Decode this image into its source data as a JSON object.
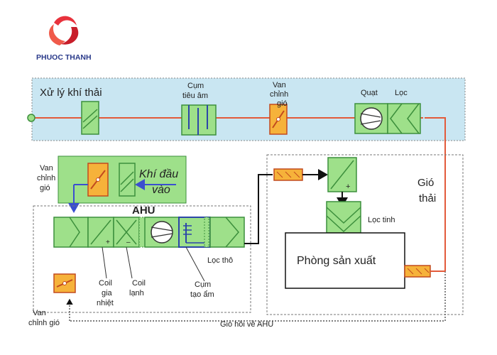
{
  "brand": {
    "name": "PHUOC THANH"
  },
  "exhaust": {
    "title": "Xử lý khí thải",
    "muffler_label": [
      "Cụm",
      "tiêu âm"
    ],
    "damper_label": [
      "Van",
      "chỉnh",
      "gió"
    ],
    "fan_label": "Quạt",
    "filter_label": "Lọc"
  },
  "fresh_air": {
    "damper_label": [
      "Van",
      "chỉnh",
      "gió"
    ],
    "inlet_label": [
      "Khí đầu",
      "vào"
    ]
  },
  "ahu": {
    "title": "AHU",
    "coarse_filter_label": "Lọc thô",
    "heating_coil_label": [
      "Coil",
      "gia",
      "nhiệt"
    ],
    "cooling_coil_label": [
      "Coil",
      "lạnh"
    ],
    "humidifier_label": [
      "Cụm",
      "tạo ẩm"
    ],
    "bottom_damper_label": [
      "Van",
      "chỉnh gió"
    ]
  },
  "room": {
    "fine_filter_label": "Lọc tinh",
    "production_room_label": "Phòng sản xuất",
    "exhaust_air_label": [
      "Gió",
      "thải"
    ],
    "return_air_label": "Gió hồi về AHU"
  },
  "colors": {
    "green_fill": "#9ee08a",
    "green_stroke": "#3c8f3c",
    "blue_band": "#c9e6f2",
    "orange": "#e06030",
    "red_line": "#e35a3a",
    "damper_fill": "#f6b23a"
  }
}
